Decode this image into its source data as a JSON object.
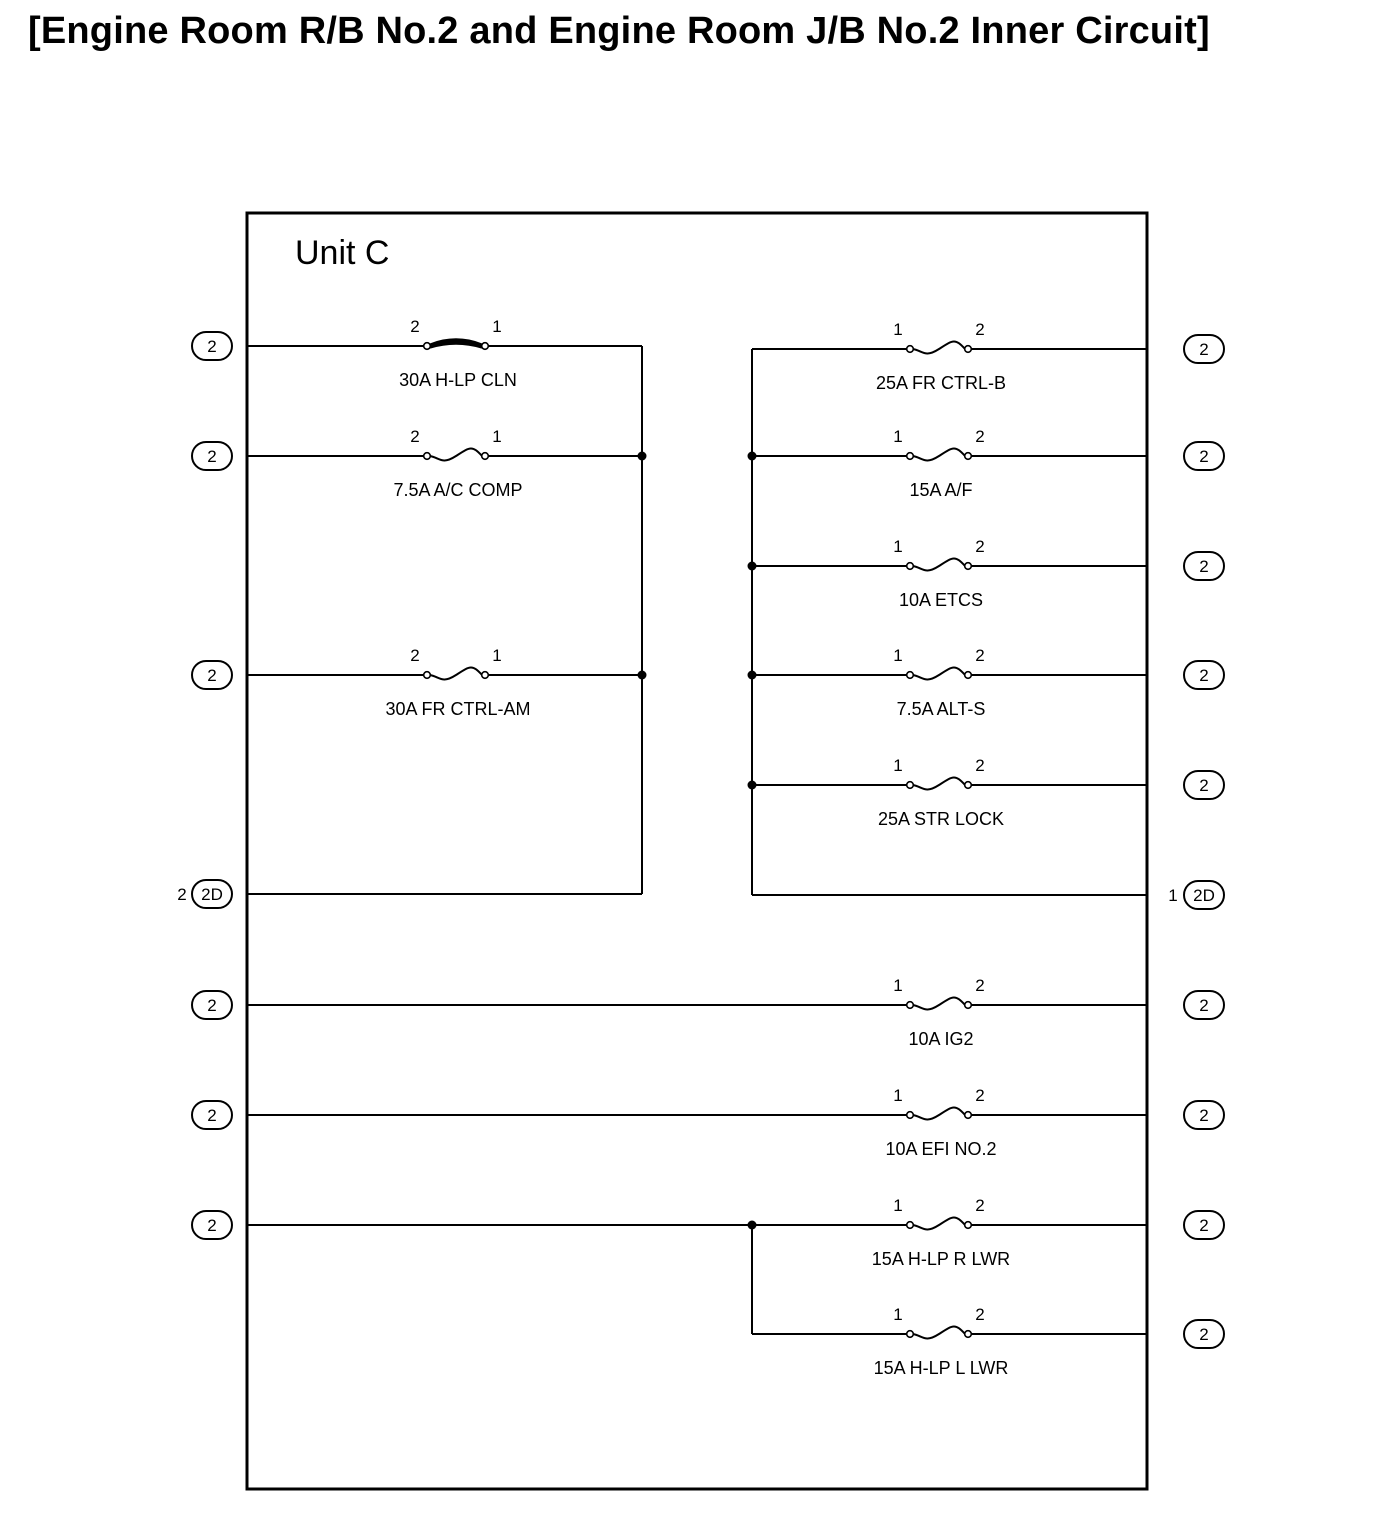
{
  "title": "[Engine Room R/B No.2 and Engine Room J/B No.2 Inner Circuit]",
  "unit_label": "Unit C",
  "fuses": [
    {
      "label": "30A H-LP CLN",
      "pin_left": "2",
      "pin_right": "1",
      "type": "fusible-link"
    },
    {
      "label": "7.5A A/C COMP",
      "pin_left": "2",
      "pin_right": "1",
      "type": "fuse"
    },
    {
      "label": "30A FR CTRL-AM",
      "pin_left": "2",
      "pin_right": "1",
      "type": "fuse"
    },
    {
      "label": "25A FR CTRL-B",
      "pin_left": "1",
      "pin_right": "2",
      "type": "fuse"
    },
    {
      "label": "15A A/F",
      "pin_left": "1",
      "pin_right": "2",
      "type": "fuse"
    },
    {
      "label": "10A ETCS",
      "pin_left": "1",
      "pin_right": "2",
      "type": "fuse"
    },
    {
      "label": "7.5A ALT-S",
      "pin_left": "1",
      "pin_right": "2",
      "type": "fuse"
    },
    {
      "label": "25A STR LOCK",
      "pin_left": "1",
      "pin_right": "2",
      "type": "fuse"
    },
    {
      "label": "10A IG2",
      "pin_left": "1",
      "pin_right": "2",
      "type": "fuse"
    },
    {
      "label": "10A EFI NO.2",
      "pin_left": "1",
      "pin_right": "2",
      "type": "fuse"
    },
    {
      "label": "15A H-LP R LWR",
      "pin_left": "1",
      "pin_right": "2",
      "type": "fuse"
    },
    {
      "label": "15A H-LP L LWR",
      "pin_left": "1",
      "pin_right": "2",
      "type": "fuse"
    }
  ],
  "connectors_left": [
    {
      "code": "2"
    },
    {
      "code": "2"
    },
    {
      "code": "2"
    },
    {
      "code": "2D",
      "pin": "2"
    },
    {
      "code": "2"
    },
    {
      "code": "2"
    },
    {
      "code": "2"
    }
  ],
  "connectors_right": [
    {
      "code": "2"
    },
    {
      "code": "2"
    },
    {
      "code": "2"
    },
    {
      "code": "2"
    },
    {
      "code": "2"
    },
    {
      "code": "2D",
      "pin": "1"
    },
    {
      "code": "2"
    },
    {
      "code": "2"
    },
    {
      "code": "2"
    },
    {
      "code": "2"
    }
  ]
}
